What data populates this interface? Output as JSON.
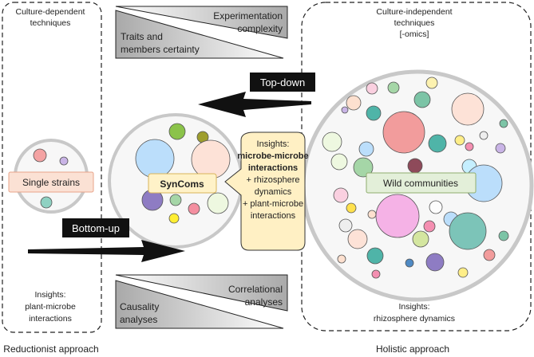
{
  "left_panel": {
    "header_line1": "Culture-dependent",
    "header_line2": "techniques",
    "insights_line1": "Insights:",
    "insights_line2": "plant-microbe",
    "insights_line3": "interactions",
    "footer": "Reductionist approach"
  },
  "right_panel": {
    "header_line1": "Culture-independent",
    "header_line2": "techniques",
    "header_line3": "[-omics]",
    "insights_line1": "Insights:",
    "insights_line2": "rhizosphere dynamics",
    "footer": "Holistic approach"
  },
  "top_wedges": {
    "right_line1": "Experimentation",
    "right_line2": "complexity",
    "left_line1": "Traits and",
    "left_line2": "members certainty"
  },
  "bottom_wedges": {
    "right_line1": "Correlational",
    "right_line2": "analyses",
    "left_line1": "Causality",
    "left_line2": "analyses"
  },
  "arrows": {
    "top_down": "Top-down",
    "bottom_up": "Bottom-up"
  },
  "labels": {
    "single_strains": "Single strains",
    "syncoms": "SynComs",
    "wild_communities": "Wild communities"
  },
  "callout": {
    "line1": "Insights:",
    "line2": "microbe-microbe",
    "line3": "interactions",
    "line4": "+ rhizosphere",
    "line5": "dynamics",
    "line6": "+ plant-microbe",
    "line7": "interactions"
  },
  "colors": {
    "label_pink_fill": "#fbe1d4",
    "label_pink_stroke": "#e8a48a",
    "label_yellow_fill": "#fff2c8",
    "label_yellow_stroke": "#d9b45a",
    "label_green_fill": "#e3efd9",
    "label_green_stroke": "#8fae6e",
    "callout_fill": "#fff0c4",
    "circle_ring": "#c8c8c8"
  }
}
